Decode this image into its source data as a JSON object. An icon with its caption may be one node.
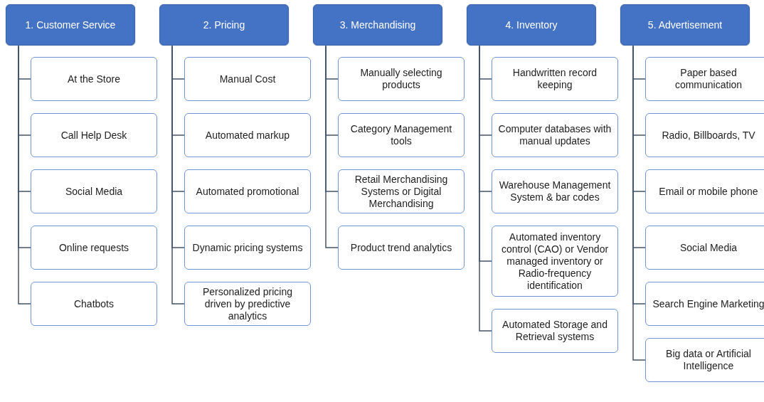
{
  "diagram": {
    "nodes": [
      {
        "text": [
          "1. Customer Service"
        ]
      },
      {
        "text": [
          "At the Store"
        ]
      },
      {
        "text": [
          "Call Help Desk"
        ]
      },
      {
        "text": [
          "Social Media"
        ]
      },
      {
        "text": [
          "Online requests"
        ]
      },
      {
        "text": [
          "Chatbots"
        ]
      },
      {
        "text": [
          "2. Pricing"
        ]
      },
      {
        "text": [
          "Manual Cost"
        ]
      },
      {
        "text": [
          "Automated markup"
        ]
      },
      {
        "text": [
          "Automated promotional"
        ]
      },
      {
        "text": [
          "Dynamic pricing systems"
        ]
      },
      {
        "text": [
          "Personalized pricing driven by predictive analytics"
        ]
      },
      {
        "text": [
          "3. Merchandising"
        ]
      },
      {
        "text": [
          "Manually selecting products"
        ]
      },
      {
        "text": [
          "Category Management tools"
        ]
      },
      {
        "text": [
          "Retail Merchandising Systems or Digital Merchandising"
        ]
      },
      {
        "text": [
          "Product trend analytics"
        ]
      },
      {
        "text": [
          "4. Inventory"
        ]
      },
      {
        "text": [
          "Handwritten record keeping"
        ]
      },
      {
        "text": [
          "Computer databases with manual updates"
        ]
      },
      {
        "text": [
          "Warehouse Management System & bar codes"
        ]
      },
      {
        "text": [
          "Automated inventory control (CAO) or Vendor managed inventory or Radio-frequency identification"
        ]
      },
      {
        "text": [
          "Automated Storage and Retrieval systems"
        ]
      },
      {
        "text": [
          "5. Advertisement"
        ]
      },
      {
        "text": [
          "Paper based communication"
        ]
      },
      {
        "text": [
          "Radio, Billboards, TV"
        ]
      },
      {
        "text": [
          "Email or mobile phone"
        ]
      },
      {
        "text": [
          "Social Media"
        ]
      },
      {
        "text": [
          "Search Engine Marketing"
        ]
      },
      {
        "text": [
          "Big data or Artificial Intelligence"
        ]
      }
    ],
    "edges": [
      {
        "from": 0,
        "to": 1,
        "arrow": "none"
      },
      {
        "from": 0,
        "to": 2,
        "arrow": "none"
      },
      {
        "from": 0,
        "to": 3,
        "arrow": "none"
      },
      {
        "from": 0,
        "to": 4,
        "arrow": "none"
      },
      {
        "from": 0,
        "to": 5,
        "arrow": "none"
      },
      {
        "from": 6,
        "to": 7,
        "arrow": "none"
      },
      {
        "from": 6,
        "to": 8,
        "arrow": "none"
      },
      {
        "from": 6,
        "to": 9,
        "arrow": "none"
      },
      {
        "from": 6,
        "to": 10,
        "arrow": "none"
      },
      {
        "from": 6,
        "to": 11,
        "arrow": "none"
      },
      {
        "from": 12,
        "to": 13,
        "arrow": "none"
      },
      {
        "from": 12,
        "to": 14,
        "arrow": "none"
      },
      {
        "from": 12,
        "to": 15,
        "arrow": "none"
      },
      {
        "from": 12,
        "to": 16,
        "arrow": "none"
      },
      {
        "from": 17,
        "to": 18,
        "arrow": "none"
      },
      {
        "from": 17,
        "to": 19,
        "arrow": "none"
      },
      {
        "from": 17,
        "to": 20,
        "arrow": "none"
      },
      {
        "from": 17,
        "to": 21,
        "arrow": "none"
      },
      {
        "from": 17,
        "to": 22,
        "arrow": "none"
      },
      {
        "from": 23,
        "to": 24,
        "arrow": "none"
      },
      {
        "from": 23,
        "to": 25,
        "arrow": "none"
      },
      {
        "from": 23,
        "to": 26,
        "arrow": "none"
      },
      {
        "from": 23,
        "to": 27,
        "arrow": "none"
      },
      {
        "from": 23,
        "to": 28,
        "arrow": "none"
      },
      {
        "from": 23,
        "to": 29,
        "arrow": "none"
      }
    ]
  }
}
